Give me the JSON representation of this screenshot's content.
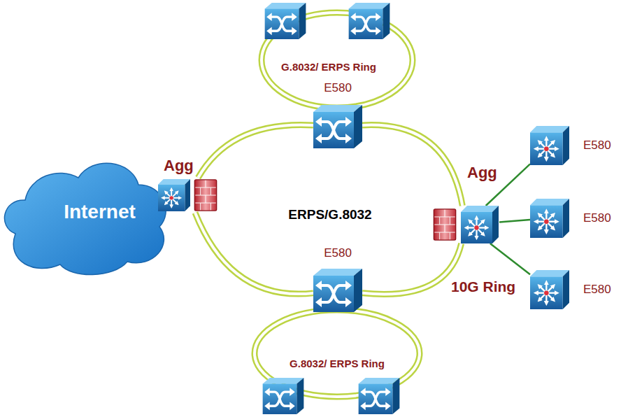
{
  "diagram": {
    "nodes": [
      {
        "text": [
          "E580"
        ]
      },
      {
        "text": [
          "Internet"
        ]
      },
      {
        "text": [
          "Agg"
        ]
      },
      {
        "text": [
          "Agg"
        ]
      },
      {
        "text": [
          "E580"
        ]
      },
      {
        "text": [
          "E580"
        ]
      },
      {
        "text": [
          "E580"
        ]
      },
      {
        "text": [
          "E580"
        ]
      }
    ],
    "edges": [
      {
        "from": 2,
        "to": 0,
        "arrow": "none"
      },
      {
        "from": 0,
        "to": 3,
        "arrow": "none"
      },
      {
        "from": 3,
        "to": 7,
        "arrow": "none"
      },
      {
        "from": 7,
        "to": 2,
        "arrow": "none"
      },
      {
        "from": 3,
        "to": 4,
        "arrow": "none"
      },
      {
        "from": 3,
        "to": 5,
        "arrow": "none"
      },
      {
        "from": 3,
        "to": 6,
        "arrow": "none"
      }
    ],
    "labels": [
      "G.8032/ ERPS Ring",
      "ERPS/G.8032",
      "10G Ring",
      "G.8032/ ERPS Ring"
    ]
  }
}
